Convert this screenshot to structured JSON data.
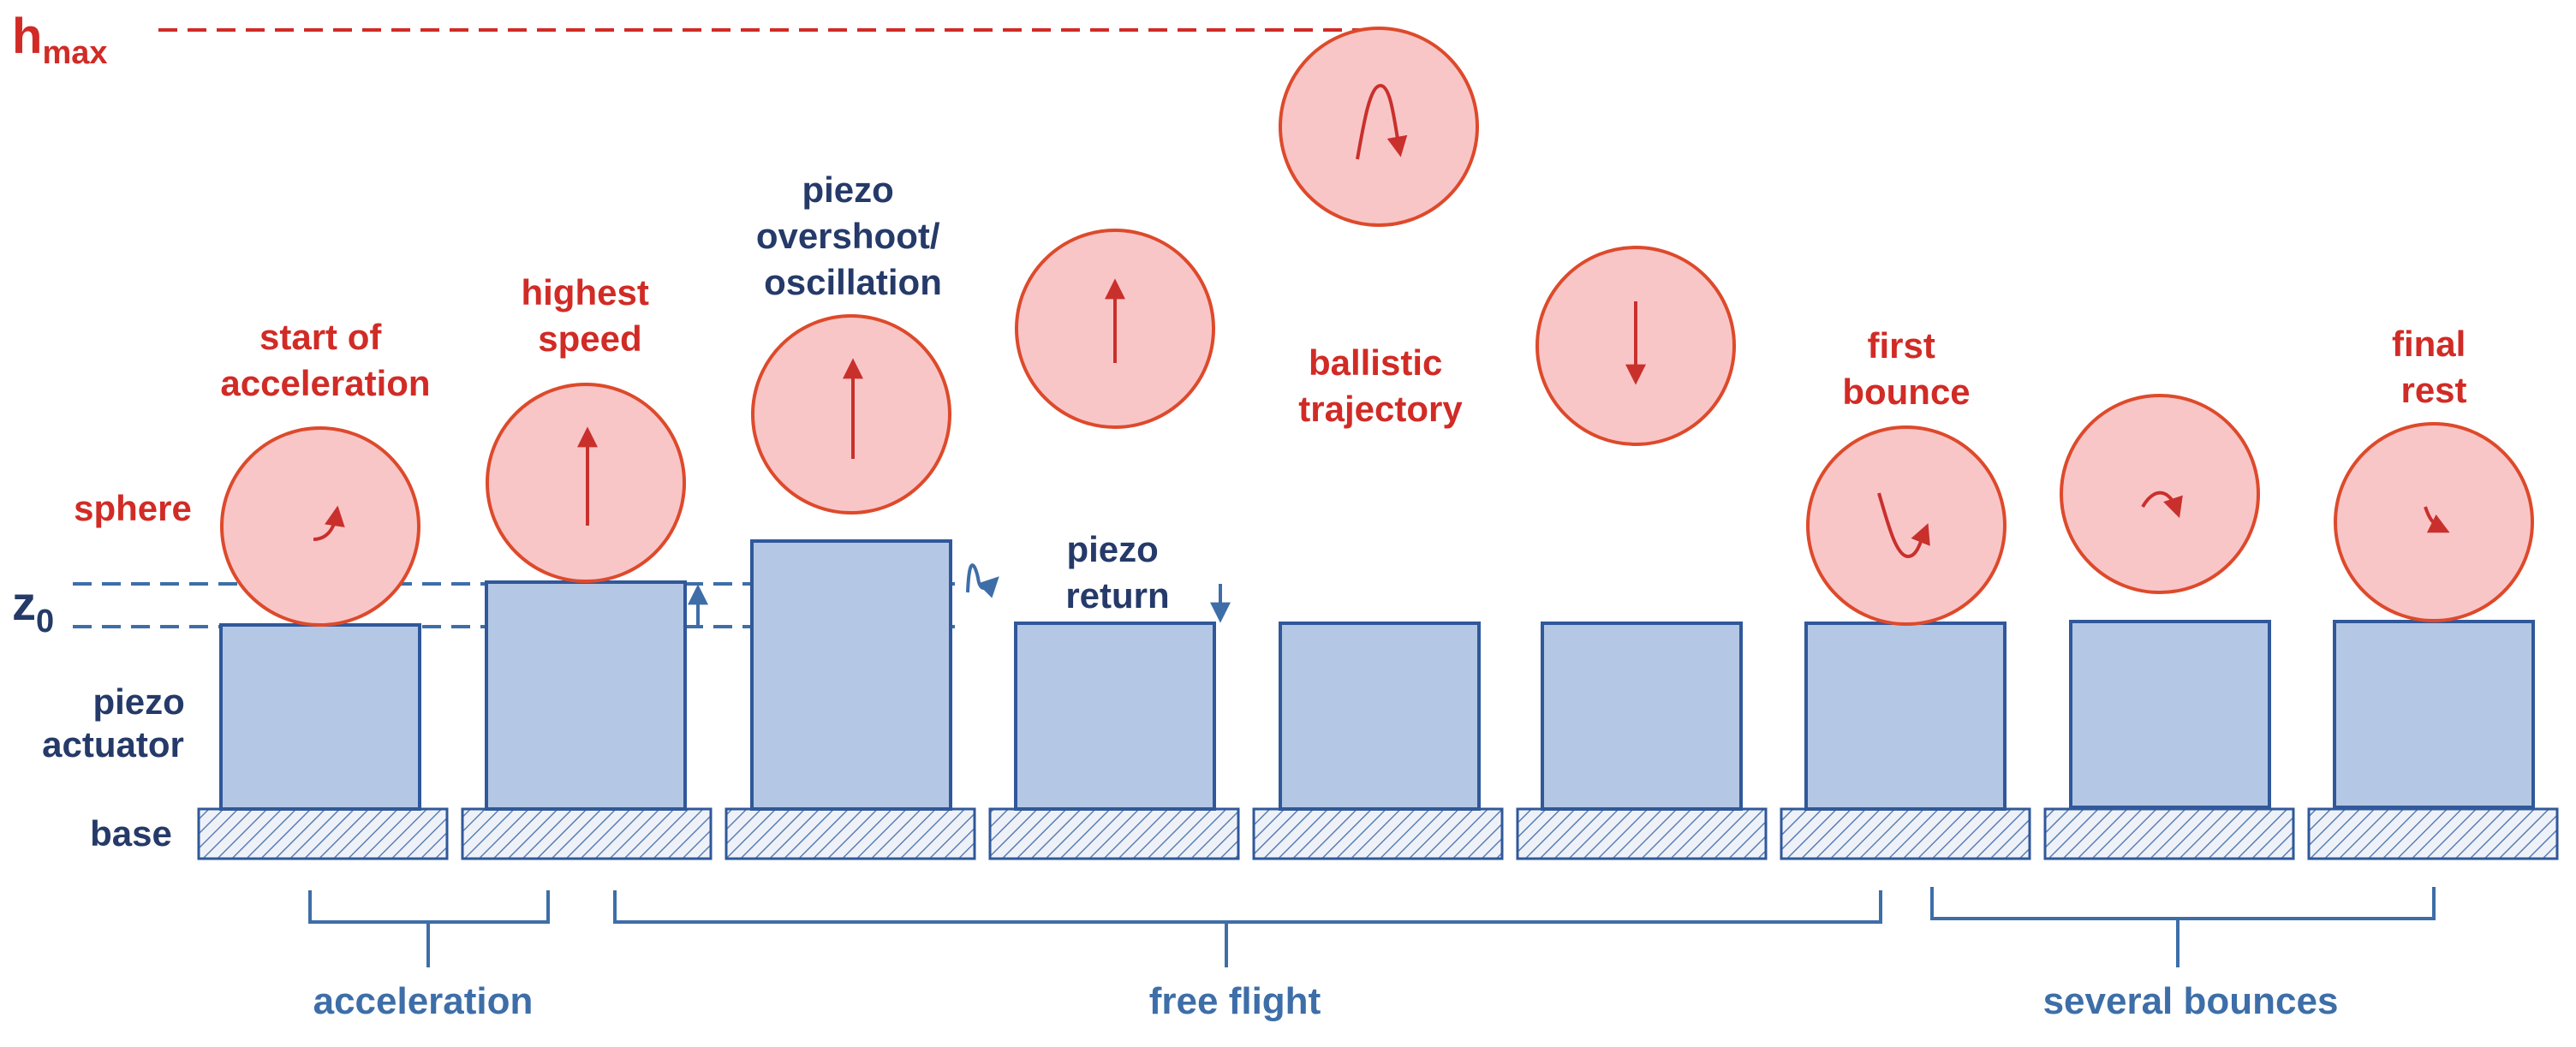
{
  "labels": {
    "hmax_h": "h",
    "hmax_sub": "max",
    "z0_z": "z",
    "z0_sub": "0",
    "sphere": "sphere",
    "piezo_actuator": [
      "piezo",
      "actuator"
    ],
    "base": "base",
    "start_of_acceleration": [
      "start of",
      "acceleration"
    ],
    "highest_speed": [
      "highest",
      "speed"
    ],
    "piezo_overshoot": [
      "piezo",
      "overshoot/",
      "oscillation"
    ],
    "piezo_return": [
      "piezo",
      "return"
    ],
    "ballistic_trajectory": [
      "ballistic",
      "trajectory"
    ],
    "first_bounce": [
      "first",
      "bounce"
    ],
    "final_rest": [
      "final",
      "rest"
    ]
  },
  "phases": [
    {
      "label": "acceleration"
    },
    {
      "label": "free flight"
    },
    {
      "label": "several bounces"
    }
  ],
  "colors": {
    "red_text": "#d12b26",
    "navy_text": "#253a69",
    "blue_text": "#3d6ea8",
    "sphere_fill": "#f9c6c8",
    "sphere_stroke": "#dd4a2b",
    "piezo_fill": "#b4c7e4",
    "piezo_stroke": "#30589a",
    "dash_blue": "#3d6ea8",
    "dash_red": "#d12b26"
  }
}
